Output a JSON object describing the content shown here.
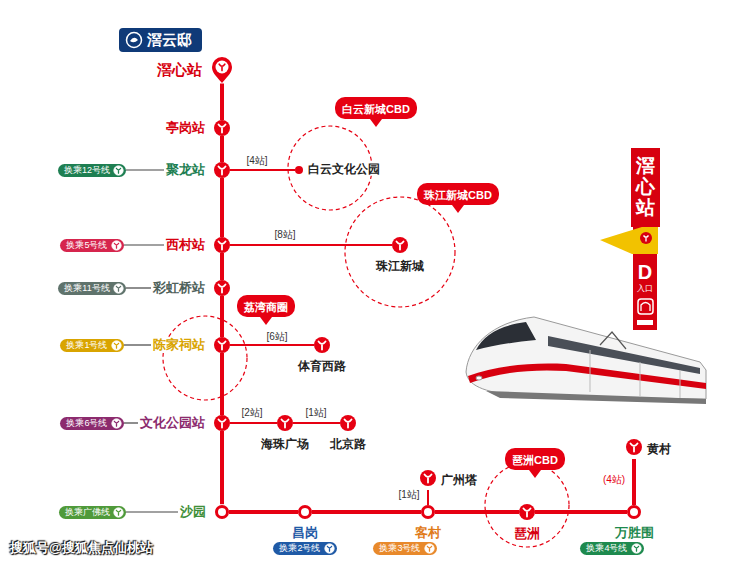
{
  "diagram": {
    "nodes": [
      {
        "text": [
          "滘云邸"
        ]
      },
      {
        "text": [
          "滘心站"
        ]
      },
      {
        "text": [
          "亭岗站"
        ]
      },
      {
        "text": [
          "换乘12号线"
        ]
      },
      {
        "text": [
          "聚龙站"
        ]
      },
      {
        "text": [
          "白云新城CBD"
        ]
      },
      {
        "text": [
          "白云文化公园"
        ]
      },
      {
        "text": [
          "换乘5号线"
        ]
      },
      {
        "text": [
          "西村站"
        ]
      },
      {
        "text": [
          "珠江新城CBD"
        ]
      },
      {
        "text": [
          "珠江新城"
        ]
      },
      {
        "text": [
          "换乘11号线"
        ]
      },
      {
        "text": [
          "彩虹桥站"
        ]
      },
      {
        "text": [
          "荔湾商圈"
        ]
      },
      {
        "text": [
          "换乘1号线"
        ]
      },
      {
        "text": [
          "陈家祠站"
        ]
      },
      {
        "text": [
          "体育西路"
        ]
      },
      {
        "text": [
          "换乘6号线"
        ]
      },
      {
        "text": [
          "文化公园站"
        ]
      },
      {
        "text": [
          "海珠广场"
        ]
      },
      {
        "text": [
          "北京路"
        ]
      },
      {
        "text": [
          "换乘广佛线"
        ]
      },
      {
        "text": [
          "沙园"
        ]
      },
      {
        "text": [
          "昌岗"
        ]
      },
      {
        "text": [
          "广州塔"
        ]
      },
      {
        "text": [
          "客村"
        ]
      },
      {
        "text": [
          "琶洲CBD"
        ]
      },
      {
        "text": [
          "琶洲"
        ]
      },
      {
        "text": [
          "黄村"
        ]
      },
      {
        "text": [
          "万胜围"
        ]
      },
      {
        "text": [
          "换乘2号线"
        ]
      },
      {
        "text": [
          "换乘3号线"
        ]
      },
      {
        "text": [
          "换乘4号线"
        ]
      },
      {
        "text": [
          "滘心站"
        ]
      }
    ],
    "edges": [
      {
        "from": 1,
        "to": 2,
        "arrow": "none"
      },
      {
        "from": 2,
        "to": 4,
        "arrow": "none"
      },
      {
        "from": 4,
        "to": 8,
        "arrow": "none"
      },
      {
        "from": 8,
        "to": 12,
        "arrow": "none"
      },
      {
        "from": 12,
        "to": 15,
        "arrow": "none"
      },
      {
        "from": 15,
        "to": 18,
        "arrow": "none"
      },
      {
        "from": 18,
        "to": 22,
        "arrow": "none"
      },
      {
        "from": 22,
        "to": 23,
        "arrow": "none"
      },
      {
        "from": 23,
        "to": 25,
        "arrow": "none"
      },
      {
        "from": 25,
        "to": 27,
        "arrow": "none"
      },
      {
        "from": 27,
        "to": 29,
        "arrow": "none"
      },
      {
        "from": 29,
        "to": 28,
        "label": "(4站)",
        "arrow": "none"
      },
      {
        "from": 25,
        "to": 24,
        "label": "[1站]",
        "arrow": "none"
      },
      {
        "from": 4,
        "to": 6,
        "label": "[4站]",
        "arrow": "none"
      },
      {
        "from": 8,
        "to": 10,
        "label": "[8站]",
        "arrow": "none"
      },
      {
        "from": 15,
        "to": 16,
        "label": "[6站]",
        "arrow": "none"
      },
      {
        "from": 18,
        "to": 19,
        "label": "[2站]",
        "arrow": "none"
      },
      {
        "from": 19,
        "to": 20,
        "label": "[1站]",
        "arrow": "none"
      },
      {
        "from": 3,
        "to": 4,
        "arrow": "none"
      },
      {
        "from": 7,
        "to": 8,
        "arrow": "none"
      },
      {
        "from": 11,
        "to": 12,
        "arrow": "none"
      },
      {
        "from": 14,
        "to": 15,
        "arrow": "none"
      },
      {
        "from": 17,
        "to": 18,
        "arrow": "none"
      },
      {
        "from": 21,
        "to": 22,
        "arrow": "none"
      }
    ],
    "labels": [
      "D",
      "入口",
      "搜狐号@搜狐焦点仙桃站"
    ]
  }
}
